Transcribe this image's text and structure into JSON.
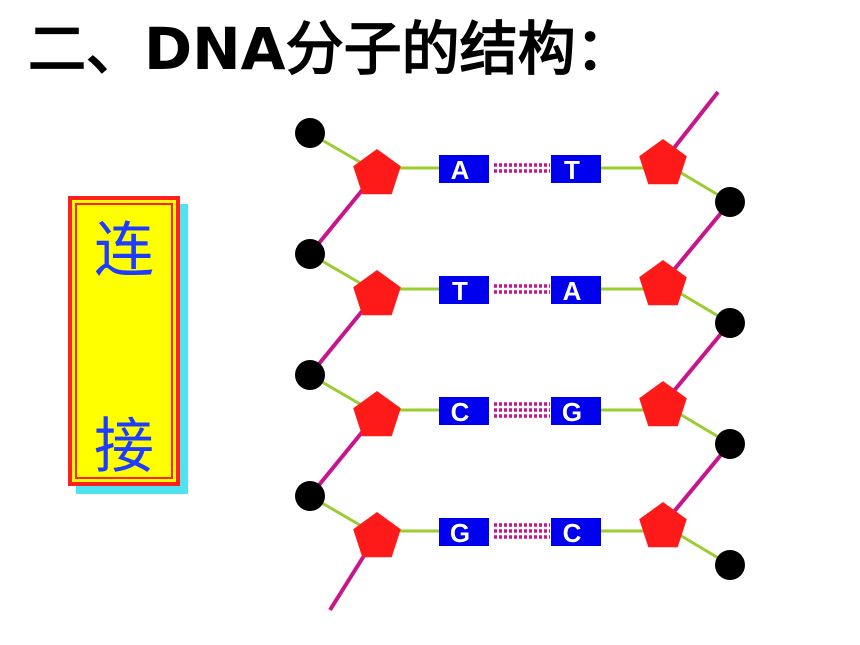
{
  "title": "二、DNA分子的结构：",
  "label": {
    "chars": [
      "连",
      "接"
    ]
  },
  "colors": {
    "backbone": "#c8158c",
    "bond": "#9acd32",
    "sugar": "#ff1a1a",
    "phosphate": "#000000",
    "base_box": "#0000ee",
    "hydrogen_bond": "#c8158c"
  },
  "pairs": [
    {
      "left": "A",
      "right": "T"
    },
    {
      "left": "T",
      "right": "A"
    },
    {
      "left": "C",
      "right": "G"
    },
    {
      "left": "G",
      "right": "C"
    }
  ]
}
